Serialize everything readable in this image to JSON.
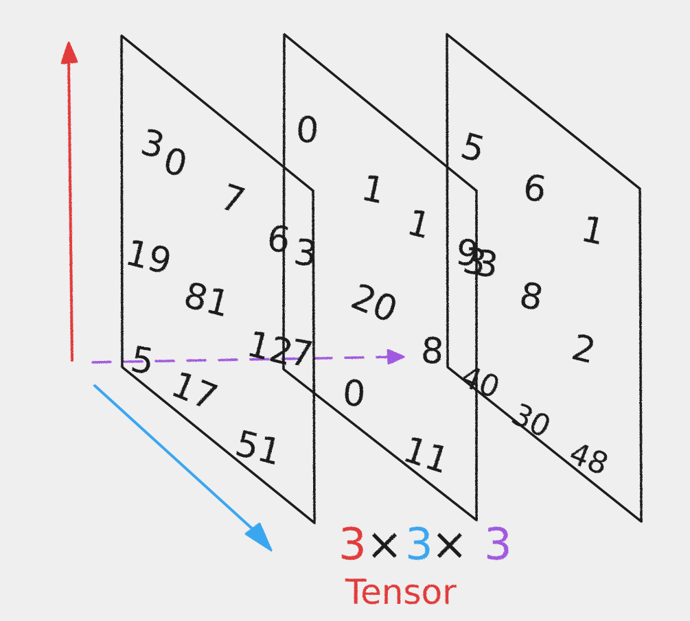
{
  "diagram": {
    "matrices": [
      {
        "values": [
          "3",
          "0",
          "7",
          "19",
          "81",
          "6",
          "5",
          "17",
          "51",
          "12",
          "3"
        ]
      },
      {
        "values": [
          "0",
          "1",
          "1",
          "20",
          "8",
          "0",
          "11",
          "7",
          "3"
        ]
      },
      {
        "values": [
          "5",
          "6",
          "1",
          "8",
          "2",
          "9",
          "3",
          "40",
          "30",
          "48"
        ]
      }
    ],
    "dimension_label": {
      "first": "3",
      "times1": "×",
      "second": "3",
      "times2": "×",
      "third": "3"
    },
    "caption": "Tensor",
    "colors": {
      "pencil": "#1a1a1a",
      "axis_vertical": "#e23a3a",
      "axis_diagonal": "#3aa6f0",
      "axis_depth": "#a05adf",
      "background": "#efefef"
    }
  }
}
